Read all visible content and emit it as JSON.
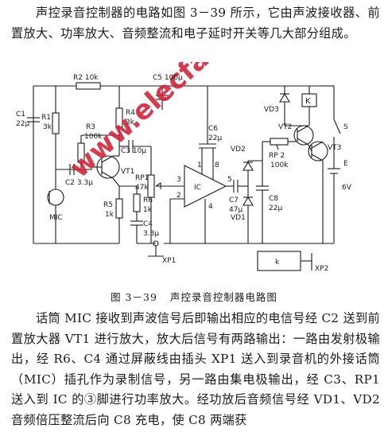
{
  "paragraph_1": "声控录音控制器的电路如图 3－39 所示，它由声波接收器、前置放大、功率放大、音频整流和电子延时开关等几大部分组成。",
  "figure": {
    "watermark": "www.elecfans.com",
    "labels": {
      "R2": "R2 10k",
      "C5": "C5 100μ",
      "C1": "C1",
      "C1v": "22μ",
      "R1": "R1",
      "R1v": "3k",
      "R4": "R4",
      "R4v": "3k",
      "R3": "R3",
      "R3v": "100k",
      "C3": "C3 10μ",
      "VT1": "VT1",
      "C2": "C2 3.3μ",
      "MIC": "MIC",
      "R5": "R5",
      "R5v": "1k",
      "R6": "R6",
      "R6v": "1k",
      "C4": "C4",
      "C4v": "3.3μ",
      "XP1": "XP1",
      "RP1": "RP1",
      "RP1v": "47k",
      "IC": "IC",
      "pin3": "3",
      "pin2": "2",
      "pin1": "1",
      "pin8": "8",
      "pin5": "5",
      "pin4": "4",
      "C6": "C6",
      "C6v": "22μ",
      "C7": "C7",
      "C7v": "47μ",
      "VD2": "VD2",
      "VD1": "VD1",
      "C8": "C8",
      "C8v": "22μ",
      "VD3": "VD3",
      "K": "K",
      "VT2": "VT2",
      "VT3": "VT3",
      "RP2": "RP 2",
      "RP2v": "100k",
      "S": "S",
      "E": "E",
      "E_v": "6V",
      "k": "k",
      "XP2": "XP2"
    }
  },
  "caption": {
    "number": "图 3－39",
    "title": "声控录音控制器电路图"
  },
  "paragraph_2": "话筒 MIC 接收到声波信号后即输出相应的电信号经 C2 送到前置放大器 VT1 进行放大，放大后信号有两路输出：一路由发射极输出，经 R6、C4 通过屏蔽线由插头 XP1 送入到录音机的外接话筒（MIC）插孔作为录制信号，另一路由集电极输出，经 C3、RP1 送入到 IC 的③脚进行功率放大。经功放后音频信号经 VD1、VD2 音频倍压整流后向 C8 充电，使 C8 两端获"
}
